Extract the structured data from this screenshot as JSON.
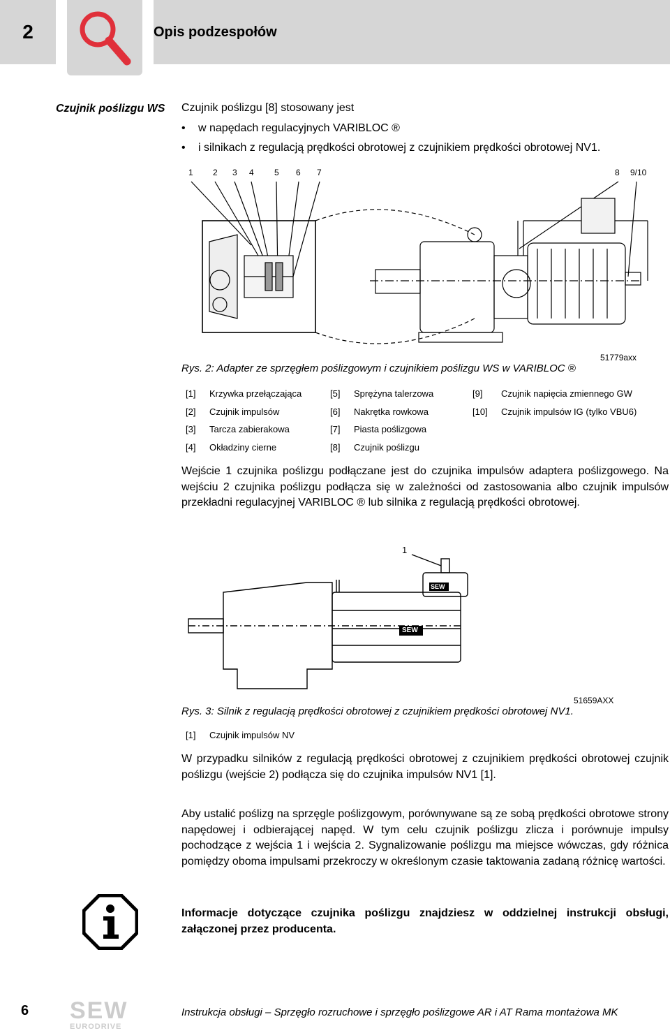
{
  "header": {
    "chapter_number": "2",
    "title": "Opis podzespołów",
    "icon": "magnifier-icon"
  },
  "section": {
    "side_heading": "Czujnik poślizgu WS",
    "intro": "Czujnik poślizgu [8] stosowany jest",
    "bullets": [
      "w napędach regulacyjnych VARIBLOC ®",
      "i silnikach z regulacją prędkości obrotowej z czujnikiem prędkości obrotowej NV1."
    ]
  },
  "figure1": {
    "callout_numbers": [
      "1",
      "2",
      "3",
      "4",
      "5",
      "6",
      "7",
      "8",
      "9/10"
    ],
    "code": "51779axx",
    "caption": "Rys. 2: Adapter ze sprzęgłem poślizgowym i czujnikiem poślizgu WS w VARIBLOC ®",
    "legend": [
      {
        "key": "[1]",
        "value": "Krzywka przełączająca"
      },
      {
        "key": "[2]",
        "value": "Czujnik impulsów"
      },
      {
        "key": "[3]",
        "value": "Tarcza zabierakowa"
      },
      {
        "key": "[4]",
        "value": "Okładziny cierne"
      },
      {
        "key": "[5]",
        "value": "Sprężyna talerzowa"
      },
      {
        "key": "[6]",
        "value": "Nakrętka rowkowa"
      },
      {
        "key": "[7]",
        "value": "Piasta poślizgowa"
      },
      {
        "key": "[8]",
        "value": "Czujnik poślizgu"
      },
      {
        "key": "[9]",
        "value": "Czujnik napięcia zmiennego GW"
      },
      {
        "key": "[10]",
        "value": "Czujnik impulsów IG (tylko VBU6)"
      }
    ]
  },
  "paragraph1": "Wejście 1 czujnika poślizgu podłączane jest do czujnika impulsów adaptera poślizgowego. Na wejściu 2 czujnika poślizgu podłącza się w zależności od zastosowania albo czujnik impulsów przekładni regulacyjnej VARIBLOC ® lub silnika z regulacją prędkości obrotowej.",
  "figure2": {
    "callout": "1",
    "brand_small": "SEW",
    "brand_large": "SEW",
    "code": "51659AXX",
    "caption": "Rys. 3: Silnik z regulacją prędkości obrotowej z czujnikiem prędkości obrotowej NV1.",
    "legend": [
      {
        "key": "[1]",
        "value": "Czujnik impulsów NV"
      }
    ]
  },
  "paragraph2": "W przypadku silników z regulacją prędkości obrotowej z czujnikiem prędkości obrotowej czujnik poślizgu (wejście 2) podłącza się do czujnika impulsów NV1 [1].",
  "paragraph3": "Aby ustalić poślizg na sprzęgle poślizgowym, porównywane są ze sobą prędkości obrotowe strony napędowej i odbierającej napęd. W tym celu czujnik poślizgu zlicza i porównuje impulsy pochodzące z wejścia 1 i wejścia 2. Sygnalizowanie poślizgu ma miejsce wówczas, gdy różnica pomiędzy oboma impulsami przekroczy w określonym czasie taktowania zadaną różnicę wartości.",
  "info": {
    "icon": "info-icon",
    "text": "Informacje dotyczące czujnika poślizgu znajdziesz w oddzielnej instrukcji obsługi, załączonej przez producenta."
  },
  "footer": {
    "page_number": "6",
    "logo_top": "SEW",
    "logo_bottom": "EURODRIVE",
    "text": "Instrukcja obsługi – Sprzęgło rozruchowe i sprzęgło poślizgowe AR i AT Rama montażowa MK"
  }
}
